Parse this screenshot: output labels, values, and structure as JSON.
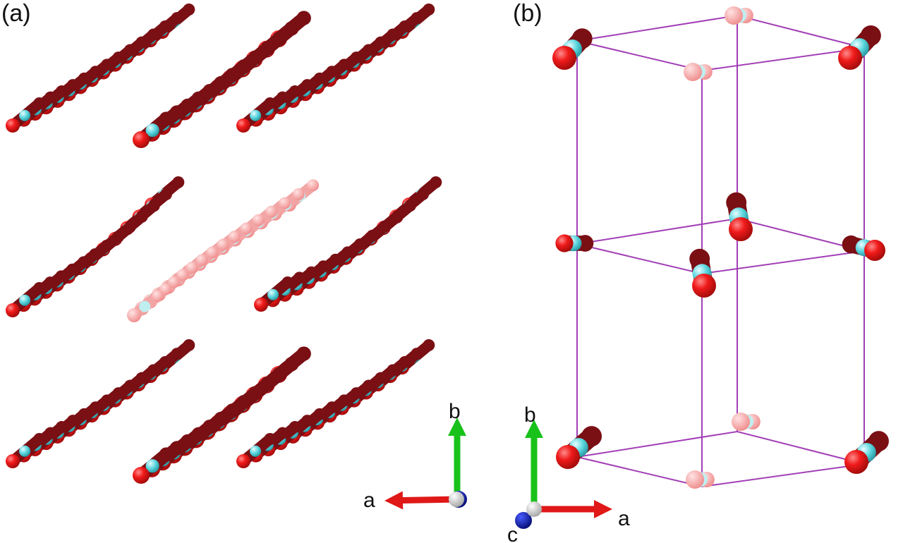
{
  "panels": [
    {
      "label": "(a)"
    },
    {
      "label": "(b)"
    }
  ],
  "axes_a": {
    "b": "b",
    "a": "a"
  },
  "axes_b": {
    "b": "b",
    "a": "a",
    "c": "c"
  },
  "colors": {
    "oxygen_dark": "#c01010",
    "oxygen_bright": "#ff3b3b",
    "oxygen_shade": "#7a0f14",
    "oxygen_faint": "#f4a0a0",
    "carbon": "#56d2da",
    "carbon_light": "#cfeff2",
    "cell_edge": "#a23fb6",
    "axis_a": "#e01818",
    "axis_b": "#19c21b",
    "axis_c": "#0c1ea8"
  },
  "icons": {
    "molecule": "co2-molecule-icon",
    "axis_arrow": "axis-arrow-icon"
  }
}
